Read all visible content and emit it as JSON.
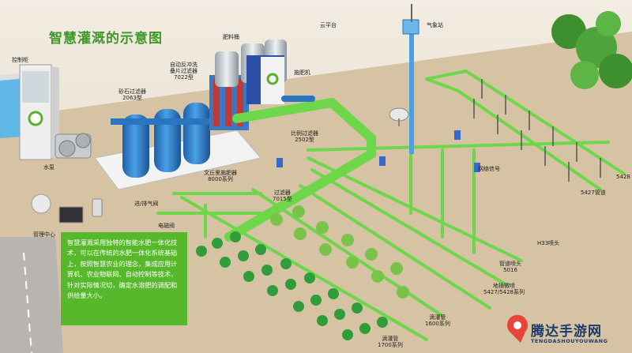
{
  "title": "智慧灌溉的示意图",
  "info_text": "智慧灌溉采用独特的智能水肥一体化技术，可以在传统的水肥一体化系统基础上，按照智慧农业的理念，集成应用计算机、农业物联网、自动控制等技术，针对实际情况切，确定水溶肥的调配和供给量大小。",
  "labels": {
    "control_cabinet": "控制柜",
    "pump": "水泵",
    "mgmt_center": "管理中心",
    "sand_filter": "砂石过滤器\n2063型",
    "backwash_filter": "自动反冲洗\n叠片过滤器\n7022型",
    "fertilizer_tank": "肥料桶",
    "fertigation": "施肥机",
    "cloud_platform": "云平台",
    "weather_station": "气象站",
    "bypass_filter": "比例过滤器\n2502型",
    "venturi": "文丘里施肥器\n8000系列",
    "filter_7015": "过滤器\n7015型",
    "intake_valve": "进/排气阀",
    "solenoid_valve": "电磁阀",
    "network_signal": "网络信号",
    "pipe_5427": "5427管道",
    "pipe_5428": "5428",
    "nozzle": "H33喷头",
    "dripper": "管道喷头\n5016",
    "lateral": "地插微喷\n5427/5428系列",
    "drip_line": "滴灌管\n1600系列",
    "drip_line2": "滴灌管\n1700系列"
  },
  "watermark": {
    "name": "腾达手游网",
    "url": "TENGDASHOUYOUWANG"
  },
  "colors": {
    "title": "#3f9a2a",
    "pipe": "#6ed64a",
    "infobox": "#56b82a",
    "tank": "#2f7fc8"
  }
}
